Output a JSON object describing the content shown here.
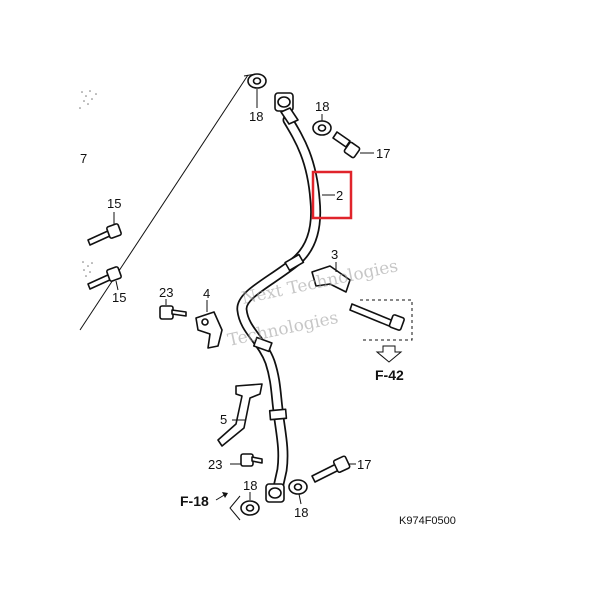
{
  "callouts": {
    "washer_top_left": "18",
    "washer_top_right": "18",
    "bolt_top": "17",
    "hose": "2",
    "bolt_left_upper": "15",
    "bolt_left_lower": "15",
    "bracket_right": "3",
    "bolt_mid": "23",
    "clamp": "4",
    "stay": "5",
    "bolt_lower": "23",
    "bolt_bottom": "17",
    "washer_bottom_left": "18",
    "washer_bottom_right": "18",
    "edge_left": "7"
  },
  "refs": {
    "f42": "F-42",
    "f18": "F-18"
  },
  "diagram_code": "K974F0500",
  "watermark": {
    "line1": "Next Technologies",
    "line2": "Technologies"
  },
  "highlight_color": "#e0242b"
}
